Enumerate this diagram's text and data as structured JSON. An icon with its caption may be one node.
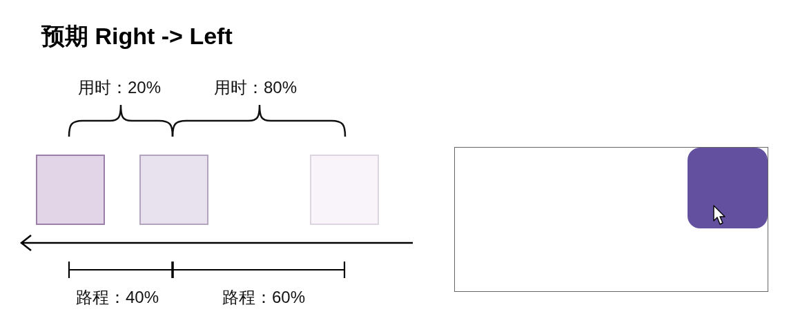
{
  "diagram": {
    "title": "预期 Right -> Left",
    "nodes": [
      {
        "text": [],
        "shape": "box"
      },
      {
        "text": [],
        "shape": "box"
      },
      {
        "text": [],
        "shape": "box"
      },
      {
        "text": [],
        "shape": "box"
      },
      {
        "text": [],
        "shape": "box",
        "in": 3
      }
    ],
    "labels": [
      "用时：20%",
      "用时：80%",
      "路程：40%",
      "路程：60%"
    ]
  }
}
